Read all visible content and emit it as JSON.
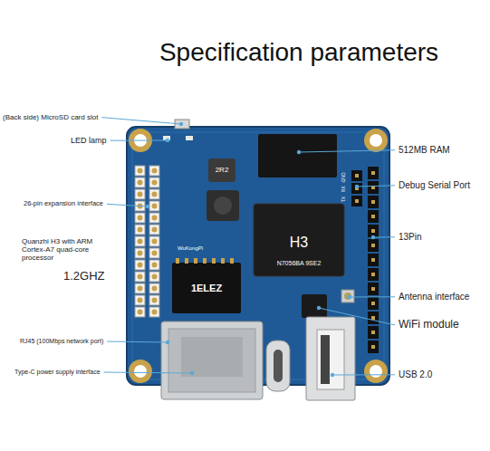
{
  "diagram": {
    "title": "Specification parameters",
    "labels": [
      "(Back side) MicroSD card slot",
      "LED lamp",
      "26-pin expansion interface",
      "Quanzhi H3 with ARM Cortex-A7 quad-core processor",
      "1.2GHZ",
      "RJ45 (100Mbps network port)",
      "Type-C power supply interface",
      "512MB RAM",
      "Debug Serial Port",
      "13Pin",
      "Antenna interface",
      "WiFi module",
      "USB 2.0",
      "2R2",
      "H3",
      "N7056BA 9SE2",
      "1ELEZ",
      "WuKongPi",
      "GND",
      "RX",
      "TX"
    ]
  }
}
